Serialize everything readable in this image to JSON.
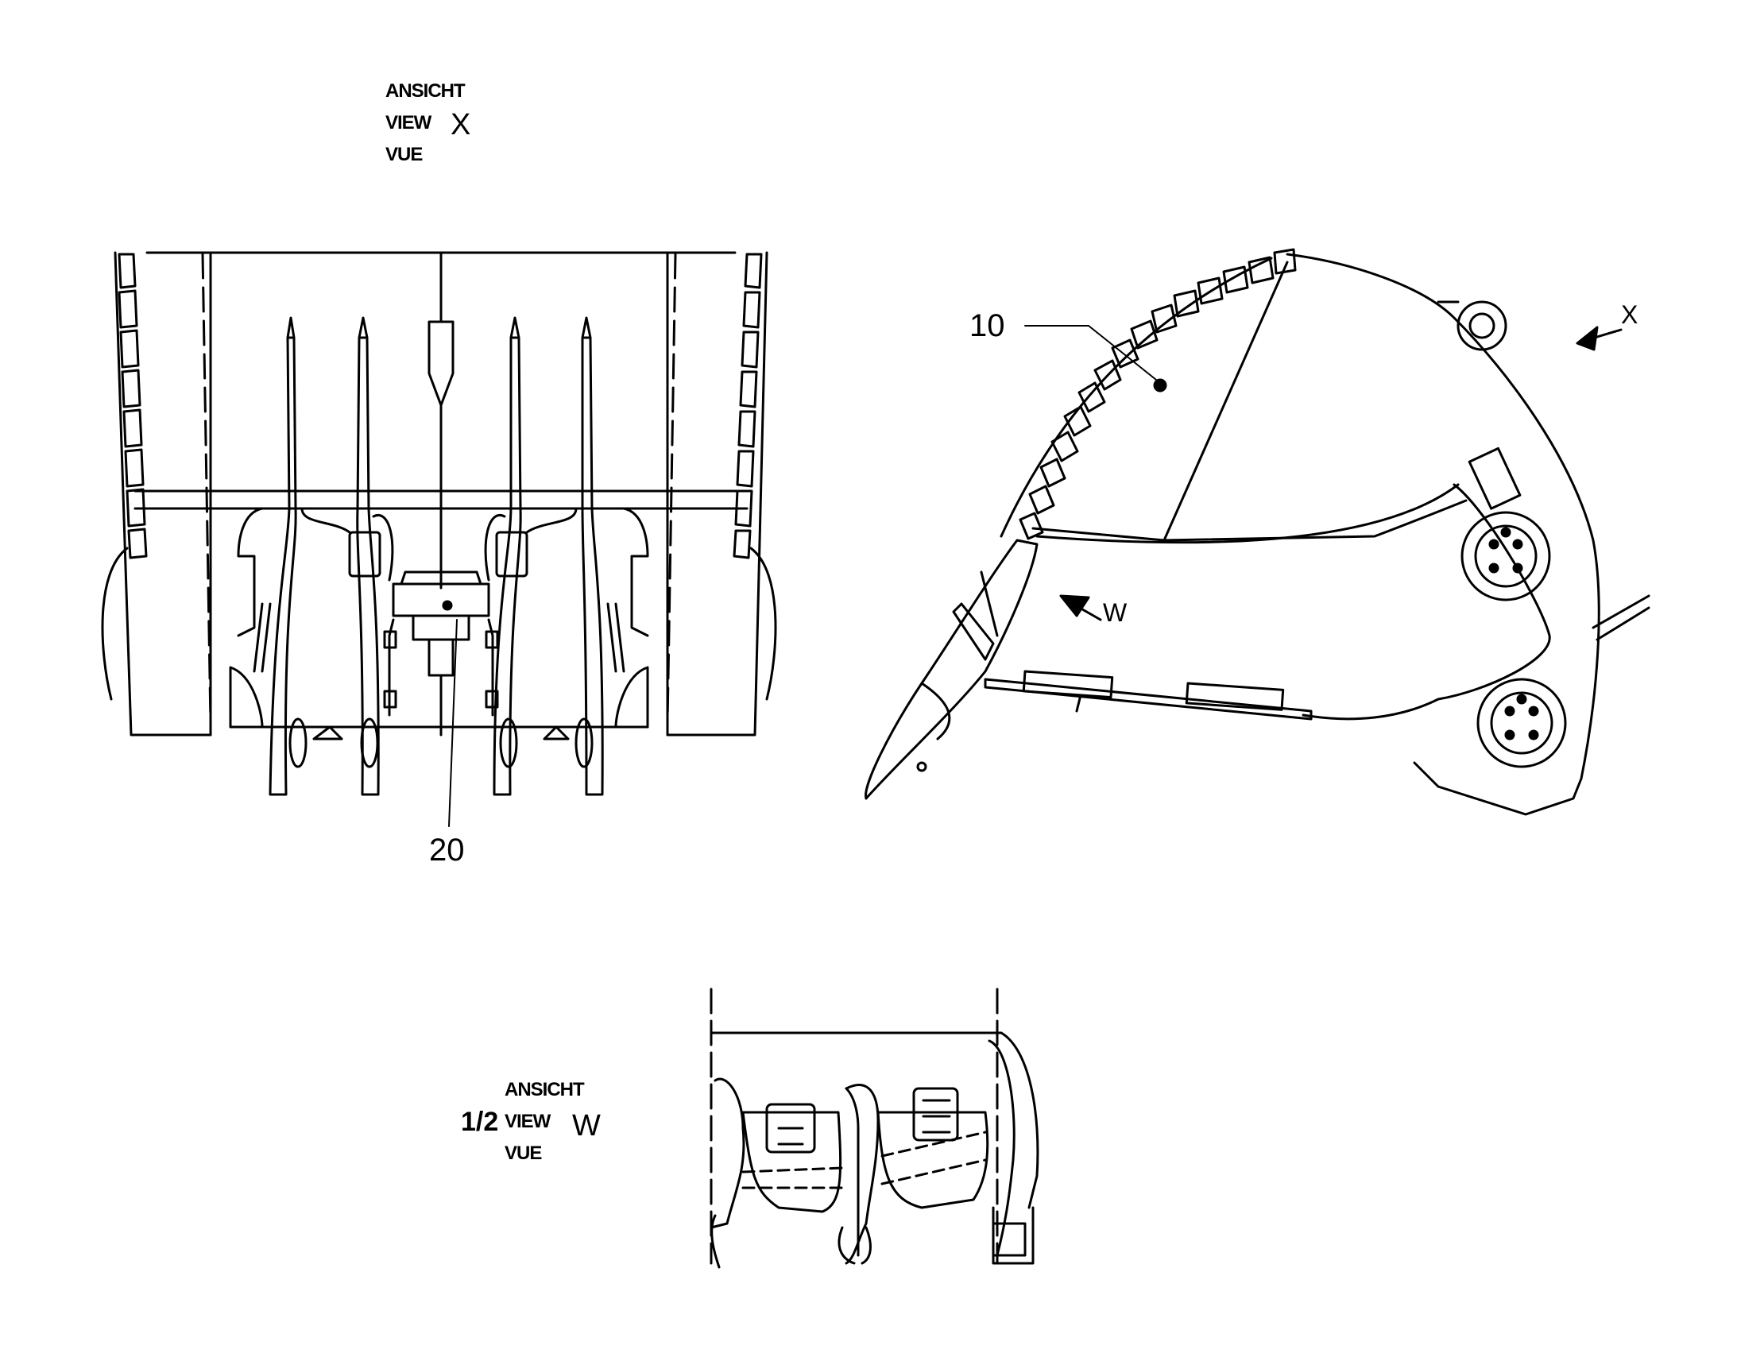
{
  "view_x_label": {
    "lines": [
      "ANSICHT",
      "VIEW",
      "VUE"
    ],
    "letter": "X"
  },
  "view_w_label": {
    "scale": "1/2",
    "lines": [
      "ANSICHT",
      "VIEW",
      "VUE"
    ],
    "letter": "W"
  },
  "callouts": {
    "part_10": "10",
    "part_20": "20"
  },
  "direction_markers": {
    "x": "X",
    "w": "W"
  },
  "colors": {
    "line": "#000000",
    "background": "#ffffff"
  }
}
